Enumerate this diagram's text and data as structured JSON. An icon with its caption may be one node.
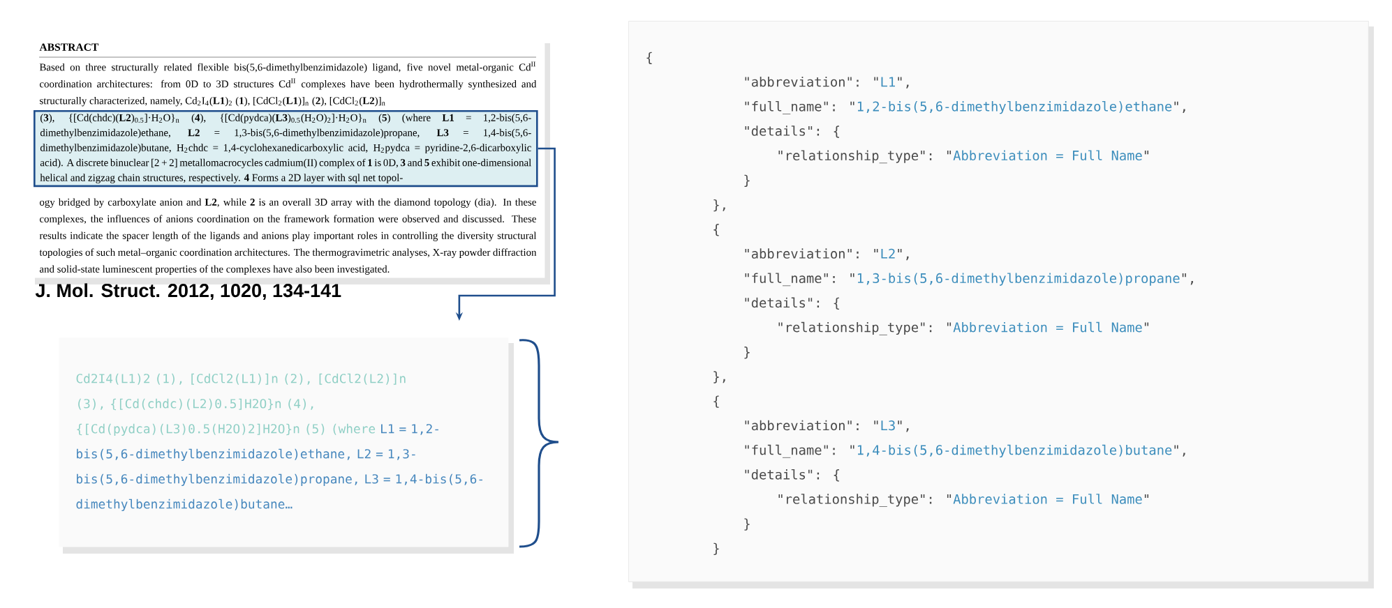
{
  "diagram": {
    "nodes": [
      {
        "text": [
          "ABSTRACT",
          "Based on three structurally related flexible bis(5,6-dimethylbenzimidazole) ligand, five novel metal-organic Cd$^{II}$ coordination architectures: from 0D to 3D structures Cd$^{II}$ complexes have been hydrothermally synthesized and structurally characterized, namely, Cd$_{2}$I$_{4}$(**L1**)$_{2}$ (**1**), [CdCl$_{2}$(**L1**)]$_{n}$ (**2**), [CdCl$_{2}$(**L2**)]$_{n}$",
          "ogy bridged by carboxylate anion and **L2**, while **2** is an overall 3D array with the diamond topology (dia). In these complexes, the influences of anions coordination on the framework formation were observed and discussed. These results indicate the spacer length of the ligands and anions play important roles in controlling the diversity structural topologies of such metal–organic coordination architectures. The thermogravimetric analyses, X-ray powder diffraction and solid-state luminescent properties of the complexes have also been investigated."
        ],
        "beside": [
          "J. Mol. Struct. 2012, 1020, 134-141"
        ]
      },
      {
        "text": [
          "(**3**), {[Cd(chdc)(**L2**)$_{0.5}$]·H$_{2}$O}$_{n}$ (**4**), {[Cd(pydca)(**L3**)$_{0.5}$(H$_{2}$O)$_{2}$]·H$_{2}$O}$_{n}$ (**5**) (where **L1** = 1,2-bis(5,6-dimethylbenzimidazole)ethane, **L2** = 1,3-bis(5,6-dimethylbenzimidazole)propane, **L3** = 1,4-bis(5,6-dimethylbenzimidazole)butane, H$_{2}$chdc = 1,4-cyclohexanedicarboxylic acid, H$_{2}$pydca = pyridine-2,6-dicarboxylic acid). A discrete binuclear [2 + 2] metallomacrocycles cadmium(II) complex of **1** is 0D, **3** and **5** exhibit one-dimensional helical and zigzag chain structures, respectively. **4** Forms a 2D layer with sql net topol-"
        ],
        "in": 0
      },
      {
        "text": [
          "Cd2I4(L1)2 (1), [CdCl2(L1)]n (2), [CdCl2(L2)]n (3), {[Cd(chdc)(L2)0.5]H2O}n (4), {[Cd(pydca)(L3)0.5(H2O)2]H2O}n (5) (where",
          "L1 = 1,2-bis(5,6-dimethylbenzimidazole)ethane, L2 = 1,3-bis(5,6-dimethylbenzimidazole)propane, L3 = 1,4-bis(5,6-dimethylbenzimidazole)butane…"
        ]
      },
      {
        "text": [
          "{",
          "\"abbreviation\": \"",
          "L1",
          "\",",
          "\"full_name\": \"",
          "1,2-bis(5,6-dimethylbenzimidazole)ethane",
          "\",",
          "\"details\": {",
          "\"relationship_type\": \"",
          "Abbreviation = Full Name",
          "\"",
          "}",
          "},",
          "{",
          "\"abbreviation\": \"",
          "L2",
          "\",",
          "\"full_name\": \"",
          "1,3-bis(5,6-dimethylbenzimidazole)propane",
          "\",",
          "\"details\": {",
          "\"relationship_type\": \"",
          "Abbreviation = Full Name",
          "\"",
          "}",
          "},",
          "{",
          "\"abbreviation\": \"",
          "L3",
          "\",",
          "\"full_name\": \"",
          "1,4-bis(5,6-dimethylbenzimidazole)butane",
          "\",",
          "\"details\": {",
          "\"relationship_type\": \"",
          "Abbreviation = Full Name",
          "\"",
          "}",
          "}"
        ]
      }
    ],
    "edges": [
      {
        "from": 1,
        "to": 2,
        "arrow": "to"
      }
    ]
  }
}
